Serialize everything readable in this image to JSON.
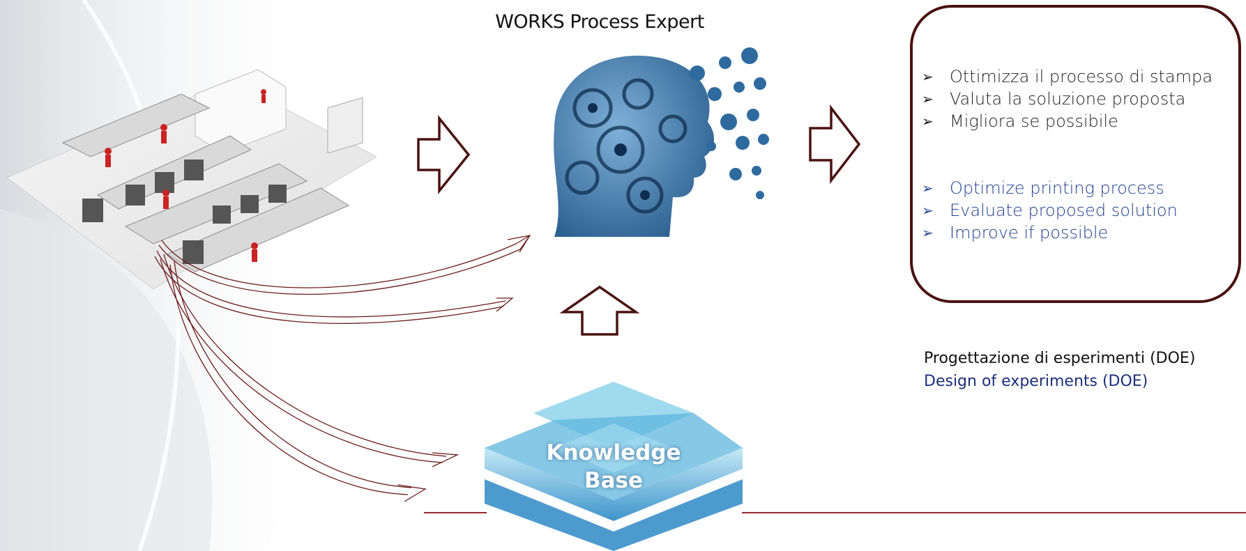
{
  "title": "WORKS Process Expert",
  "knowledge_base": {
    "line1": "Knowledge",
    "line2": "Base"
  },
  "box": {
    "italian": [
      "Ottimizza il processo di stampa",
      "Valuta la soluzione proposta",
      "Migliora se possibile"
    ],
    "english": [
      "Optimize printing process",
      "Evaluate proposed solution",
      "Improve if possible"
    ],
    "bullet_glyph": "➢"
  },
  "doe": {
    "italian": "Progettazione di esperimenti (DOE)",
    "english": "Design of experiments (DOE)"
  },
  "colors": {
    "arrow_outline": "#4a1212",
    "box_border": "#4a1212",
    "english_text": "#23408e",
    "red_line": "#9b2a2a"
  },
  "icons": [
    "factory-line-illustration",
    "gear-head-brain-image",
    "knowledge-base-layers-graphic",
    "hollow-arrow-right-icon",
    "hollow-arrow-up-icon"
  ]
}
